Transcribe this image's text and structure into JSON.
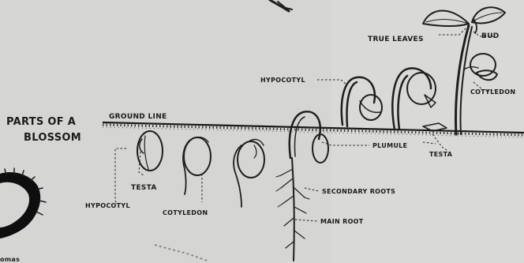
{
  "diagram": {
    "side_caption_line1": "PARTS OF A",
    "side_caption_line2": "BLOSSOM",
    "ground_line": "GROUND LINE",
    "true_leaves": "TRUE LEAVES",
    "bud": "BUD",
    "hypocotyl_top": "HYPOCOTYL",
    "cotyledon_right": "COTYLEDON",
    "plumule": "PLUMULE",
    "testa_right": "TESTA",
    "secondary_roots": "SECONDARY ROOTS",
    "main_root": "MAIN ROOT",
    "testa_left": "TESTA",
    "hypocotyl_left": "HYPOCOTYL",
    "cotyledon_left": "COTYLEDON",
    "corner_fragment": "omas"
  }
}
